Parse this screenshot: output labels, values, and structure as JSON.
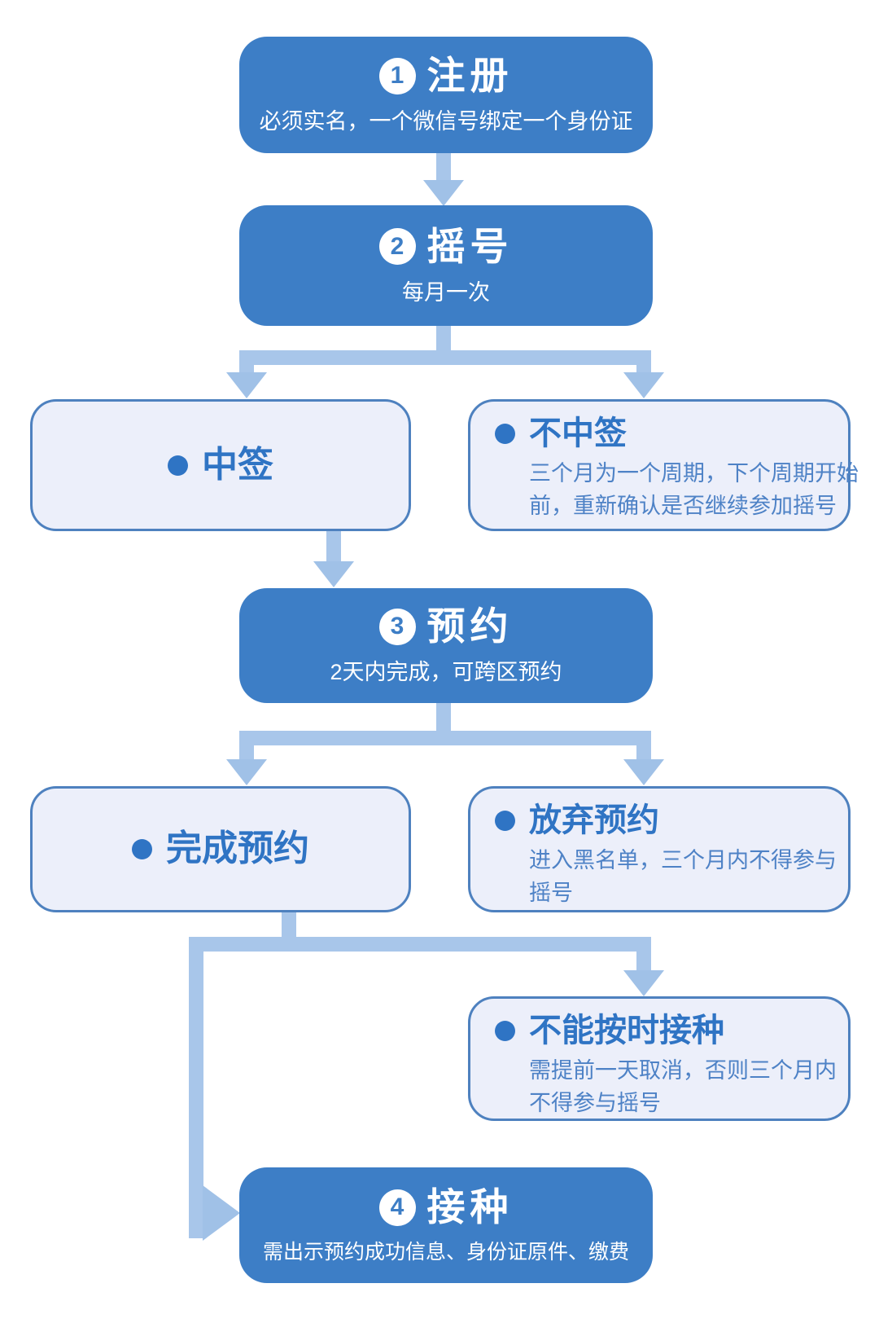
{
  "palette": {
    "background": "#FFFFFF",
    "step_box_fill": "#3D7EC6",
    "step_box_text": "#FFFFFF",
    "outcome_box_fill": "#ECEFFA",
    "outcome_box_border": "#4E81BF",
    "outcome_title_text": "#2F74C4",
    "outcome_body_text": "#4E82C6",
    "connector": "#A8C6EA"
  },
  "steps": {
    "register": {
      "number": "1",
      "title": "注册",
      "subtitle": "必须实名，一个微信号绑定一个身份证"
    },
    "lottery": {
      "number": "2",
      "title": "摇号",
      "subtitle": "每月一次"
    },
    "appointment": {
      "number": "3",
      "title": "预约",
      "subtitle": "2天内完成，可跨区预约"
    },
    "vaccinate": {
      "number": "4",
      "title": "接种",
      "subtitle": "需出示预约成功信息、身份证原件、缴费"
    }
  },
  "outcomes": {
    "win": {
      "title": "中签"
    },
    "lose": {
      "title": "不中签",
      "body_lines": [
        "三个月为一个周期，下个周期开始",
        "前，重新确认是否继续参加摇号"
      ]
    },
    "complete": {
      "title": "完成预约"
    },
    "abandon": {
      "title": "放弃预约",
      "body_lines": [
        "进入黑名单，三个月内不得参与",
        "摇号"
      ]
    },
    "miss": {
      "title": "不能按时接种",
      "body_lines": [
        "需提前一天取消，否则三个月内",
        "不得参与摇号"
      ]
    }
  }
}
